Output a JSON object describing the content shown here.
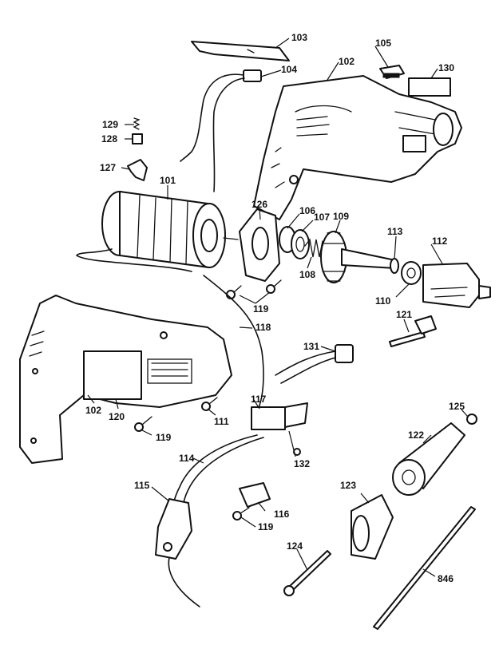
{
  "labels": [
    {
      "key": "p103",
      "text": "103"
    },
    {
      "key": "p104",
      "text": "104"
    },
    {
      "key": "p102a",
      "text": "102"
    },
    {
      "key": "p105",
      "text": "105"
    },
    {
      "key": "p130",
      "text": "130"
    },
    {
      "key": "p129",
      "text": "129"
    },
    {
      "key": "p128",
      "text": "128"
    },
    {
      "key": "p127",
      "text": "127"
    },
    {
      "key": "p101",
      "text": "101"
    },
    {
      "key": "p126",
      "text": "126"
    },
    {
      "key": "p106",
      "text": "106"
    },
    {
      "key": "p107",
      "text": "107"
    },
    {
      "key": "p109",
      "text": "109"
    },
    {
      "key": "p113",
      "text": "113"
    },
    {
      "key": "p112",
      "text": "112"
    },
    {
      "key": "p108",
      "text": "108"
    },
    {
      "key": "p110",
      "text": "110"
    },
    {
      "key": "p119a",
      "text": "119"
    },
    {
      "key": "p121",
      "text": "121"
    },
    {
      "key": "p118",
      "text": "118"
    },
    {
      "key": "p131",
      "text": "131"
    },
    {
      "key": "p102b",
      "text": "102"
    },
    {
      "key": "p120",
      "text": "120"
    },
    {
      "key": "p117",
      "text": "117"
    },
    {
      "key": "p111",
      "text": "111"
    },
    {
      "key": "p119b",
      "text": "119"
    },
    {
      "key": "p125",
      "text": "125"
    },
    {
      "key": "p122",
      "text": "122"
    },
    {
      "key": "p132",
      "text": "132"
    },
    {
      "key": "p114",
      "text": "114"
    },
    {
      "key": "p115",
      "text": "115"
    },
    {
      "key": "p123",
      "text": "123"
    },
    {
      "key": "p116",
      "text": "116"
    },
    {
      "key": "p119c",
      "text": "119"
    },
    {
      "key": "p124",
      "text": "124"
    },
    {
      "key": "p846",
      "text": "846"
    }
  ]
}
